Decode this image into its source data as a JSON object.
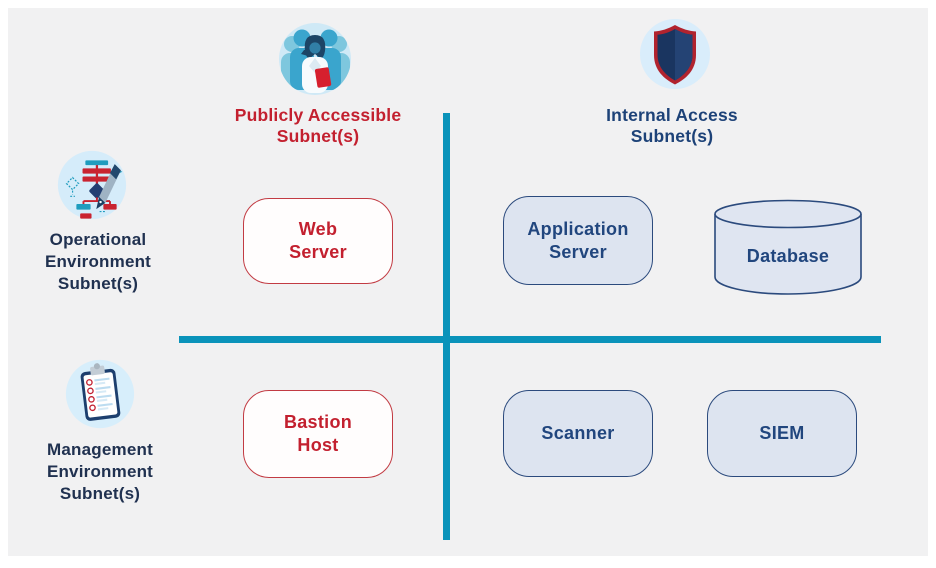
{
  "diagram_title": "Subnet segmentation quadrants",
  "palette": {
    "page_bg": "#ffffff",
    "canvas_bg": "#f1f1f2",
    "divider_teal": "#0a93ba",
    "public_text_red": "#c3202f",
    "public_box_border": "#c23b43",
    "public_box_fill": "#fffdfd",
    "internal_text_navy": "#1d4278",
    "internal_box_fill": "#dde4f0",
    "internal_box_border": "#2b4a7d",
    "row_label_navy": "#203150",
    "icon_circle_blue": "#d5ecfa"
  },
  "column_headers": {
    "public": {
      "label": "Publicly Accessible\nSubnet(s)",
      "icon": "people-group-icon"
    },
    "internal": {
      "label": "Internal Access\nSubnet(s)",
      "icon": "shield-icon"
    }
  },
  "row_headers": {
    "operational": {
      "label": "Operational\nEnvironment\nSubnet(s)",
      "icon": "flowchart-pen-icon"
    },
    "management": {
      "label": "Management\nEnvironment\nSubnet(s)",
      "icon": "clipboard-checklist-icon"
    }
  },
  "nodes": {
    "web_server": {
      "label": "Web\nServer",
      "shape": "rounded-rect",
      "zone": "operational-public"
    },
    "application_server": {
      "label": "Application\nServer",
      "shape": "rounded-rect",
      "zone": "operational-internal"
    },
    "database": {
      "label": "Database",
      "shape": "cylinder",
      "zone": "operational-internal"
    },
    "bastion_host": {
      "label": "Bastion\nHost",
      "shape": "rounded-rect",
      "zone": "management-public"
    },
    "scanner": {
      "label": "Scanner",
      "shape": "rounded-rect",
      "zone": "management-internal"
    },
    "siem": {
      "label": "SIEM",
      "shape": "rounded-rect",
      "zone": "management-internal"
    }
  }
}
